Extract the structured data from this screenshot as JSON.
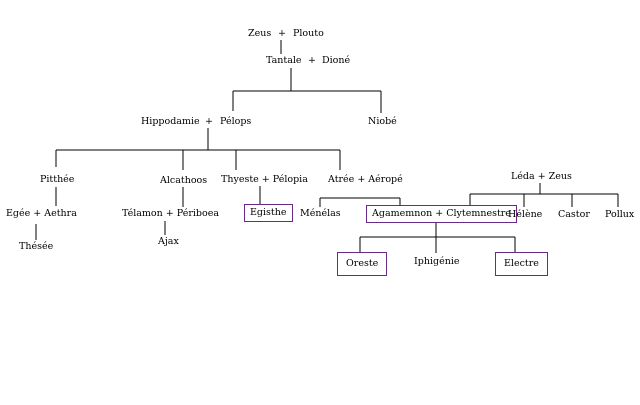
{
  "tree": {
    "plus": "+",
    "zeus_plouto": {
      "left": "Zeus",
      "right": "Plouto"
    },
    "tantale_dione": {
      "left": "Tantale",
      "right": "Dioné"
    },
    "hippodamie_pelops": {
      "left": "Hippodamie",
      "right": "Pélops"
    },
    "niobe": "Niobé",
    "pitthee": "Pitthée",
    "alcathoos": "Alcathoos",
    "thyeste_pelopia": "Thyeste + Pélopia",
    "atree_aerope": "Atrée + Aéropé",
    "leda_zeus": "Léda +  Zeus",
    "egee_aethra": "Egée  + Aethra",
    "thesee": "Thésée",
    "telamon_periboea": "Télamon  +  Périboea",
    "ajax": "Ajax",
    "egisthe": "Egisthe",
    "menelas": "Ménélas",
    "agamemnon_clytemnestre": "Agamemnon + Clytemnestre",
    "helene": "Hélène",
    "castor": "Castor",
    "pollux": "Pollux",
    "oreste": "Oreste",
    "iphigenie": "Iphigénie",
    "electre": "Electre"
  },
  "colors": {
    "line": "#000000",
    "highlight_border": "#6a2a8a"
  }
}
